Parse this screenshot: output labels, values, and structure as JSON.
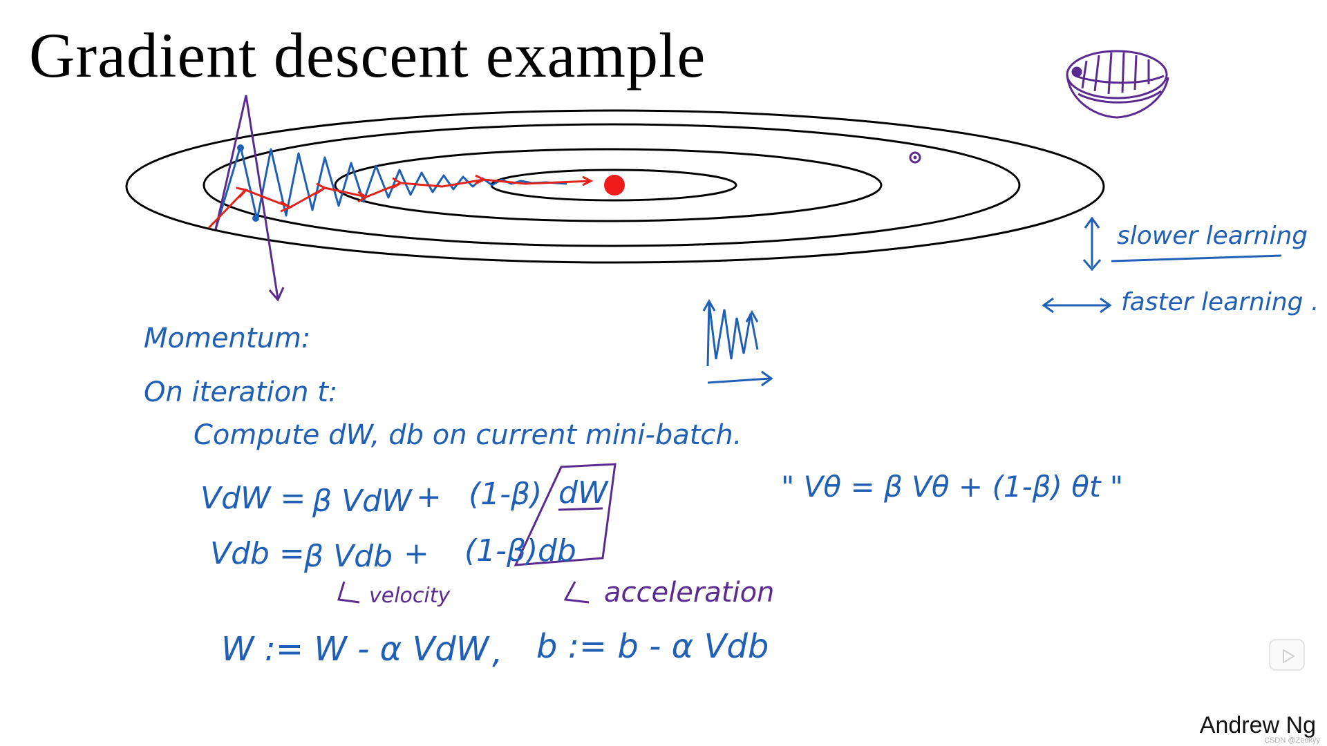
{
  "slide": {
    "title": "Gradient descent example",
    "author": "Andrew Ng",
    "watermark": "CSDN @Zedkyy"
  },
  "notes": {
    "slower_learning": "slower learning",
    "faster_learning": "faster learning .",
    "momentum_heading": "Momentum:",
    "iteration_line": "On iteration t:",
    "compute_line": "Compute dW, db on current mini-batch.",
    "v_dw_lhs": "VdW =",
    "v_dw_beta": "β VdW",
    "v_dw_plus": "+",
    "v_dw_term": "(1-β)",
    "v_dw_grad": "dW",
    "v_db_lhs": "Vdb =",
    "v_db_beta": "β Vdb",
    "v_db_plus": "+",
    "v_db_term": "(1-β)",
    "v_db_grad": "db",
    "velocity": "velocity",
    "acceleration": "acceleration",
    "ewa_formula": "\" Vθ = β Vθ + (1-β) θt \"",
    "update_w": "W := W - α VdW",
    "comma": ",",
    "update_b": "b := b - α Vdb"
  },
  "colors": {
    "ink_blue": "#1f5fb5",
    "ink_red": "#e0241b",
    "ink_purple": "#5a2a91",
    "ink_black": "#000000"
  },
  "icons": {
    "play_button": "play-icon",
    "bowl_sketch": "bowl-surface-sketch"
  }
}
